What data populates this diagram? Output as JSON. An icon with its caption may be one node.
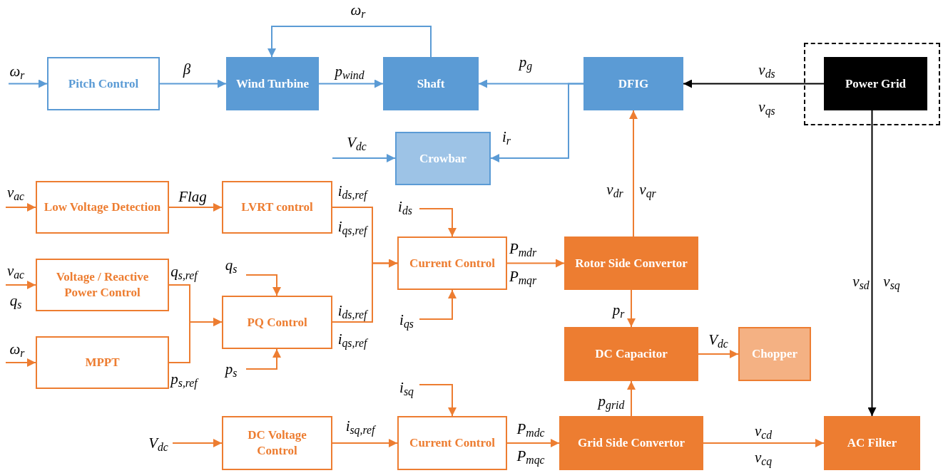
{
  "diagram": {
    "nodes": [
      {
        "text": [
          "Pitch Control"
        ]
      },
      {
        "text": [
          "Wind Turbine"
        ]
      },
      {
        "text": [
          "Shaft"
        ]
      },
      {
        "text": [
          "DFIG"
        ]
      },
      {
        "text": [],
        "shape": "box"
      },
      {
        "text": [
          "Power Grid"
        ],
        "in": 4
      },
      {
        "text": [
          "Crowbar"
        ]
      },
      {
        "text": [
          "Low Voltage Detection"
        ]
      },
      {
        "text": [
          "LVRT control"
        ]
      },
      {
        "text": [
          "Voltage / Reactive Power Control"
        ]
      },
      {
        "text": [
          "PQ Control"
        ]
      },
      {
        "text": [
          "MPPT"
        ]
      },
      {
        "text": [
          "Current Control"
        ]
      },
      {
        "text": [
          "Rotor Side Convertor"
        ]
      },
      {
        "text": [
          "DC Capacitor"
        ]
      },
      {
        "text": [
          "Chopper"
        ]
      },
      {
        "text": [
          "DC Voltage Control"
        ]
      },
      {
        "text": [
          "Current Control"
        ]
      },
      {
        "text": [
          "Grid Side Convertor"
        ]
      },
      {
        "text": [
          "AC Filter"
        ]
      }
    ],
    "edges": [
      {
        "from": null,
        "to": 0,
        "arrow": "to",
        "label": "ω$_{r}$",
        "color": "#5b9bd5"
      },
      {
        "from": 0,
        "to": 1,
        "arrow": "to",
        "label": "β",
        "color": "#5b9bd5"
      },
      {
        "from": 1,
        "to": 2,
        "arrow": "to",
        "label": "p$_{wind}$",
        "color": "#5b9bd5"
      },
      {
        "from": 2,
        "to": 1,
        "arrow": "to",
        "label": "ω$_{r}$",
        "color": "#5b9bd5"
      },
      {
        "from": 3,
        "to": 2,
        "arrow": "to",
        "label": "p$_{g}$",
        "color": "#5b9bd5"
      },
      {
        "from": 3,
        "to": 6,
        "arrow": "to",
        "label": "i$_{r}$",
        "color": "#5b9bd5"
      },
      {
        "from": null,
        "to": 6,
        "arrow": "to",
        "label": "V$_{dc}$",
        "color": "#5b9bd5"
      },
      {
        "from": 5,
        "to": 3,
        "arrow": "to",
        "label": "v$_{ds}$",
        "color": "#000000"
      },
      {
        "from": 5,
        "to": 19,
        "arrow": "to",
        "label": "v$_{sd}$",
        "color": "#000000"
      },
      {
        "from": null,
        "to": 7,
        "arrow": "to",
        "label": "v$_{ac}$"
      },
      {
        "from": 7,
        "to": 8,
        "arrow": "to",
        "label": "Flag"
      },
      {
        "from": 8,
        "to": 12,
        "arrow": "to",
        "label": "i$_{ds,ref}$"
      },
      {
        "from": 10,
        "to": 12,
        "arrow": "to",
        "label": "i$_{ds,ref}$"
      },
      {
        "from": null,
        "to": 9,
        "arrow": "to",
        "label": "v$_{ac}$"
      },
      {
        "from": null,
        "to": 11,
        "arrow": "to",
        "label": "ω$_{r}$"
      },
      {
        "from": 9,
        "to": 10,
        "arrow": "to",
        "label": "q$_{s,ref}$"
      },
      {
        "from": 11,
        "to": 10,
        "arrow": "to",
        "label": "p$_{s,ref}$"
      },
      {
        "from": null,
        "to": 10,
        "arrow": "to",
        "label": "q$_{s}$"
      },
      {
        "from": null,
        "to": 10,
        "arrow": "to",
        "label": "p$_{s}$"
      },
      {
        "from": null,
        "to": 12,
        "arrow": "to",
        "label": "i$_{ds}$"
      },
      {
        "from": null,
        "to": 12,
        "arrow": "to",
        "label": "i$_{qs}$"
      },
      {
        "from": 12,
        "to": 13,
        "arrow": "to",
        "label": "P$_{mdr}$"
      },
      {
        "from": 13,
        "to": 3,
        "arrow": "to",
        "label": "v$_{dr}$"
      },
      {
        "from": 13,
        "to": 14,
        "arrow": "to",
        "label": "p$_{r}$"
      },
      {
        "from": 14,
        "to": 15,
        "arrow": "to",
        "label": "V$_{dc}$"
      },
      {
        "from": 18,
        "to": 14,
        "arrow": "to",
        "label": "p$_{grid}$"
      },
      {
        "from": null,
        "to": 16,
        "arrow": "to",
        "label": "V$_{dc}$"
      },
      {
        "from": 16,
        "to": 17,
        "arrow": "to",
        "label": "i$_{sq,ref}$"
      },
      {
        "from": null,
        "to": 17,
        "arrow": "to",
        "label": "i$_{sq}$"
      },
      {
        "from": 17,
        "to": 18,
        "arrow": "to",
        "label": "P$_{mdc}$"
      },
      {
        "from": 18,
        "to": 19,
        "arrow": "to",
        "label": "v$_{cd}$"
      }
    ],
    "labels": [
      "v$_{qs}$",
      "v$_{qr}$",
      "i$_{qs,ref}$",
      "P$_{mqr}$",
      "v$_{sq}$",
      "q$_{s}$",
      "i$_{qs,ref}$",
      "P$_{mqc}$",
      "v$_{cq}$"
    ]
  }
}
